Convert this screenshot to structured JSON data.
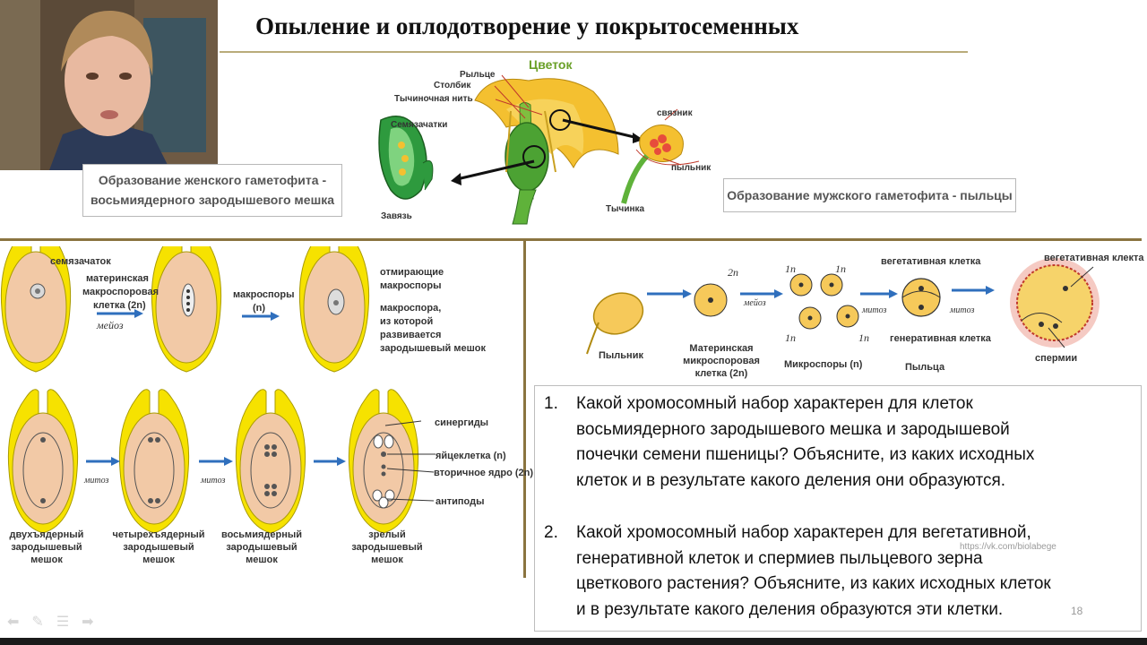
{
  "title": "Опыление и оплодотворение у покрытосеменных",
  "top": {
    "flower_label": "Цветок",
    "pistil_labels": [
      "Рыльце",
      "Столбик",
      "Тычиночная нить"
    ],
    "ovules": "Семязачатки",
    "ovary": "Завязь",
    "connective": "связник",
    "anther": "пыльник",
    "stamen": "Тычинка",
    "female_box": [
      "Образование женского гаметофита -",
      "восьмиядерного зародышевого мешка"
    ],
    "male_box": "Образование мужского гаметофита - пыльцы"
  },
  "female": {
    "ovule": "семязачаток",
    "mmc": [
      "материнская",
      "макроспоровая",
      "клетка (2n)"
    ],
    "meiosis": "мейоз",
    "macrospores": [
      "макроспоры",
      "(n)"
    ],
    "dying": [
      "отмирающие",
      "макроспоры"
    ],
    "surviving": [
      "макроспора,",
      "из которой",
      "развивается",
      "зародышевый мешок"
    ],
    "mitosis1": "митоз",
    "mitosis2": "митоз",
    "synergids": "синергиды",
    "egg": "яйцеклетка (n)",
    "secondary": "вторичное ядро (2n)",
    "antipodes": "антиподы",
    "stages": [
      [
        "двухъядерный",
        "зародышевый",
        "мешок"
      ],
      [
        "четырехъядерный",
        "зародышевый",
        "мешок"
      ],
      [
        "восьмиядерный",
        "зародышевый",
        "мешок"
      ],
      [
        "зрелый",
        "зародышевый",
        "мешок"
      ]
    ]
  },
  "male": {
    "anther": "Пыльник",
    "ploidy_2n": "2n",
    "meiosis": "мейоз",
    "ploidy_1n": "1n",
    "mitosis1": "митоз",
    "mitosis2": "митоз",
    "veg_cell": "вегетативная клетка",
    "veg_cell2": "вегетативная клекта",
    "gen_cell": "генеративная клетка",
    "sperm": "спермии",
    "mmc": [
      "Материнская",
      "микроспоровая",
      "клетка (2n)"
    ],
    "microspores": "Микроспоры (n)",
    "pollen": "Пыльца"
  },
  "questions": [
    {
      "num": "1.",
      "lines": [
        "Какой хромосомный набор характерен для клеток",
        "восьмиядерного  зародышевого мешка и зародышевой",
        "почечки семени пшеницы? Объясните, из каких исходных",
        "клеток и в результате какого деления они образуются."
      ]
    },
    {
      "num": "2.",
      "lines": [
        " Какой хромосомный набор характерен для вегетативной,",
        "генеративной клеток и спермиев пыльцевого зерна",
        "цветкового растения? Объясните, из каких исходных клеток",
        "и в результате какого деления образуются эти клетки."
      ]
    }
  ],
  "watermark": "https://vk.com/biolabege",
  "page_number": "18"
}
